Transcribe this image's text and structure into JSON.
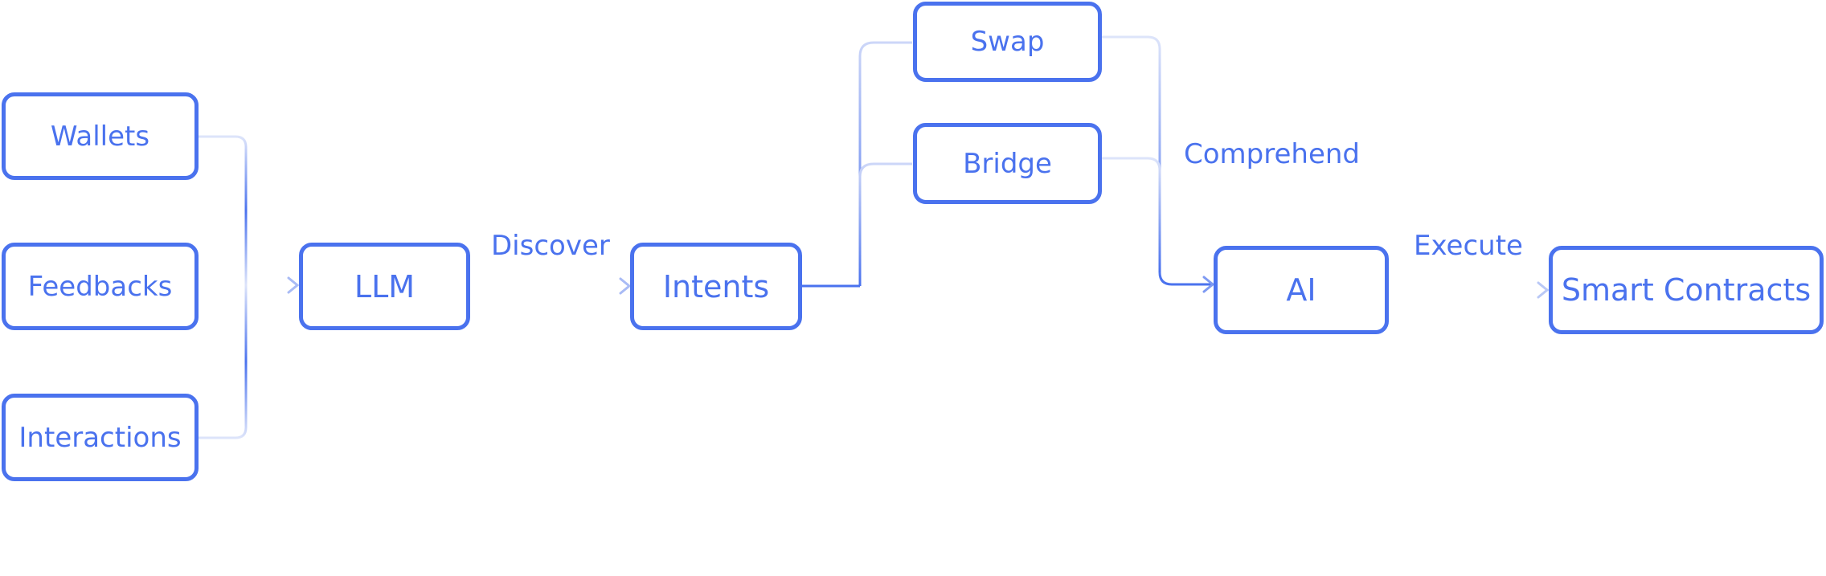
{
  "colors": {
    "accent": "#4a72ee",
    "connector_light": "#ccd6f8",
    "background": "#ffffff"
  },
  "nodes": {
    "wallets": "Wallets",
    "feedbacks": "Feedbacks",
    "interactions": "Interactions",
    "llm": "LLM",
    "intents": "Intents",
    "swap": "Swap",
    "bridge": "Bridge",
    "ai": "AI",
    "smart_contracts": "Smart Contracts"
  },
  "edge_labels": {
    "discover": "Discover",
    "comprehend": "Comprehend",
    "execute": "Execute"
  }
}
